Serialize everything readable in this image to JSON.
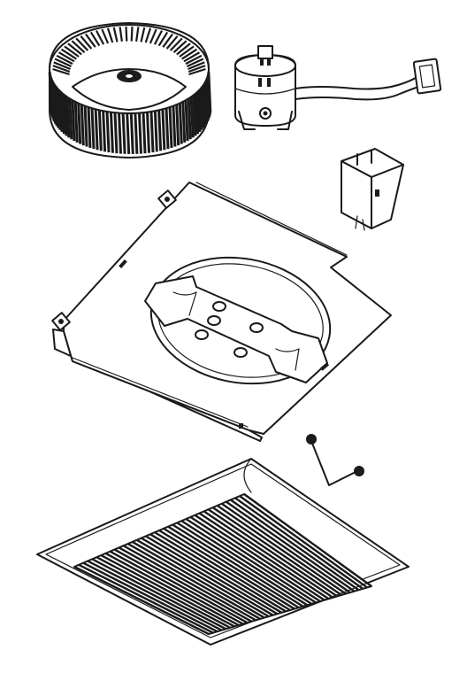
{
  "colors": {
    "line": "#1a1a1a",
    "background": "#ffffff",
    "dark": "#1c1c1c"
  },
  "parts": [
    {
      "name": "blower-wheel"
    },
    {
      "name": "motor"
    },
    {
      "name": "receptacle-box"
    },
    {
      "name": "motor-mounting-plate"
    },
    {
      "name": "grille-spring"
    },
    {
      "name": "grille"
    }
  ]
}
